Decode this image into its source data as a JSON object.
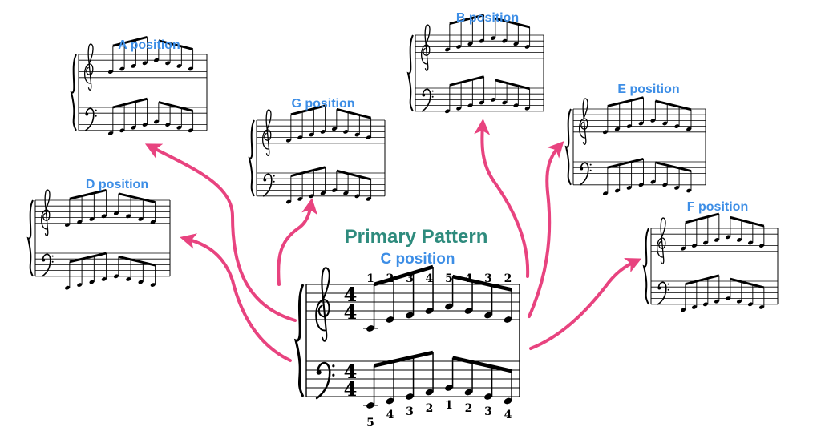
{
  "colors": {
    "label_blue": "#3d8ee6",
    "title_teal": "#2e8b7d",
    "arrow_pink": "#e8437f",
    "ink": "#000000"
  },
  "center": {
    "title": "Primary Pattern",
    "subtitle": "C position",
    "time_signature_top": "4",
    "time_signature_bottom": "4",
    "treble_fingering": [
      "1",
      "2",
      "3",
      "4",
      "5",
      "4",
      "3",
      "2"
    ],
    "bass_fingering": [
      "5",
      "4",
      "3",
      "2",
      "1",
      "2",
      "3",
      "4"
    ]
  },
  "positions": [
    {
      "key": "a",
      "label": "A position"
    },
    {
      "key": "g",
      "label": "G position"
    },
    {
      "key": "b",
      "label": "B position"
    },
    {
      "key": "e",
      "label": "E position"
    },
    {
      "key": "d",
      "label": "D position"
    },
    {
      "key": "f",
      "label": "F position"
    }
  ]
}
